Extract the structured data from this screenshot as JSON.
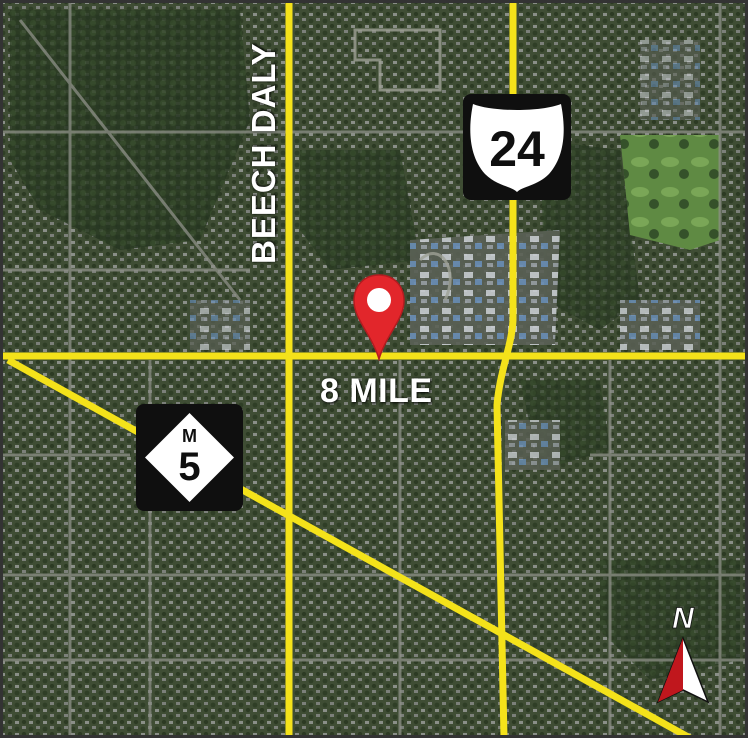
{
  "map": {
    "roads": {
      "horizontal": "8 MILE",
      "vertical": "BEECH DALY"
    },
    "shields": {
      "us_route": {
        "number": "24",
        "type": "US highway shield"
      },
      "state_route": {
        "prefix": "M",
        "number": "5",
        "type": "Michigan state highway shield"
      }
    },
    "compass": {
      "label": "N"
    },
    "pin_icon": "location-pin-icon",
    "colors": {
      "road": "#f4e21a",
      "pin": "#e2262b",
      "shield_bg": "#0f0f0f",
      "compass_red": "#c0171d",
      "label": "#ffffff",
      "frame": "#333333"
    }
  }
}
